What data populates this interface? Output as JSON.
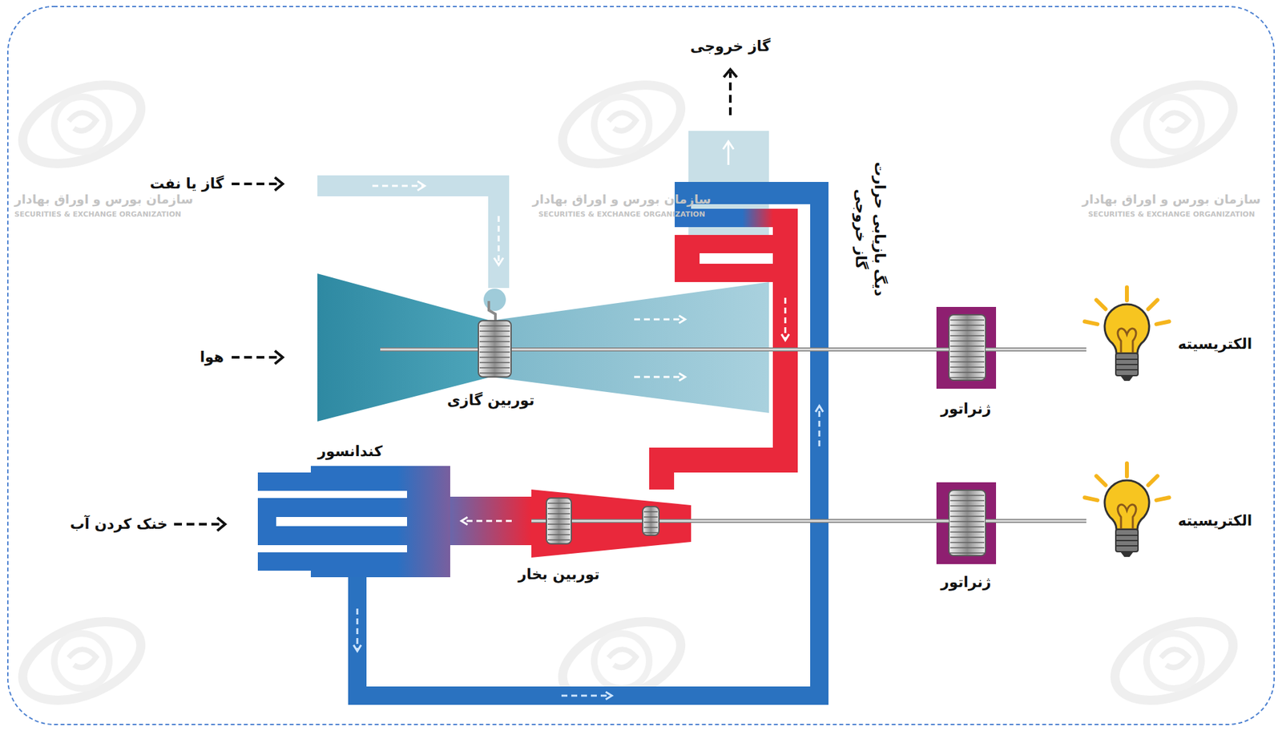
{
  "diagram": {
    "nodes": [
      {
        "text": [
          "توربین گازی"
        ]
      },
      {
        "text": [
          "دیگ بازیابی حرارت گاز خروجی"
        ]
      },
      {
        "text": [
          "ژنراتور"
        ]
      },
      {
        "text": [
          "الکتریسیته"
        ]
      },
      {
        "text": [
          "کندانسور"
        ]
      },
      {
        "text": [
          "توربین بخار"
        ]
      },
      {
        "text": [
          "ژنراتور"
        ]
      },
      {
        "text": [
          "الکتریسیته"
        ]
      }
    ],
    "edges": [
      {
        "from": 0,
        "to": 2,
        "arrow": "none"
      },
      {
        "from": 2,
        "to": 3,
        "arrow": "none"
      },
      {
        "from": 1,
        "to": 5,
        "arrow": "to"
      },
      {
        "from": 5,
        "to": 4,
        "arrow": "to"
      },
      {
        "from": 4,
        "to": 1,
        "arrow": "to"
      },
      {
        "from": 5,
        "to": 6,
        "arrow": "none"
      },
      {
        "from": 6,
        "to": 7,
        "arrow": "none"
      }
    ],
    "labels": [
      "گاز خروجی",
      "گاز یا نفت",
      "هوا",
      "خنک کردن آب",
      "سازمان بورس و اوراق بهادار",
      "SECURITIES & EXCHANGE ORGANIZATION",
      "سازمان بورس و اوراق بهادار",
      "SECURITIES & EXCHANGE ORGANIZATION",
      "سازمان بورس و اوراق بهادار",
      "SECURITIES & EXCHANGE ORGANIZATION"
    ]
  }
}
